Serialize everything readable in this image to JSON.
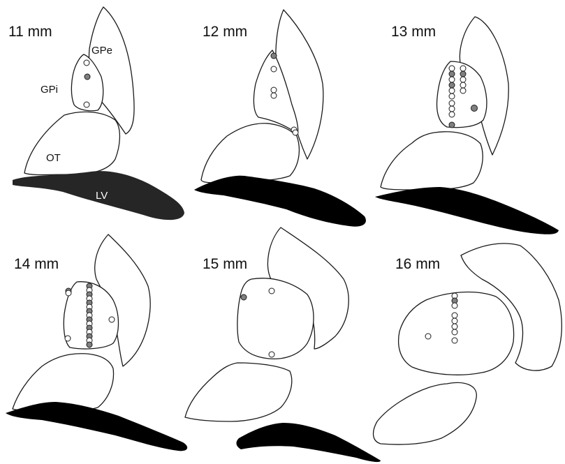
{
  "colors": {
    "outline": "#1a1a1a",
    "ventricle_dark": "#262626",
    "ventricle_black": "#000000",
    "marker_filled": "#808080",
    "marker_open": "#ffffff"
  },
  "panels": [
    {
      "title": "11 mm",
      "structure_labels": {
        "gpe": "GPe",
        "gpi": "GPi",
        "ot": "OT",
        "lv": "LV"
      }
    },
    {
      "title": "12 mm"
    },
    {
      "title": "13 mm"
    },
    {
      "title": "14 mm"
    },
    {
      "title": "15 mm"
    },
    {
      "title": "16 mm"
    }
  ],
  "legend_markers": [
    "open-circle",
    "filled-gray-circle"
  ]
}
